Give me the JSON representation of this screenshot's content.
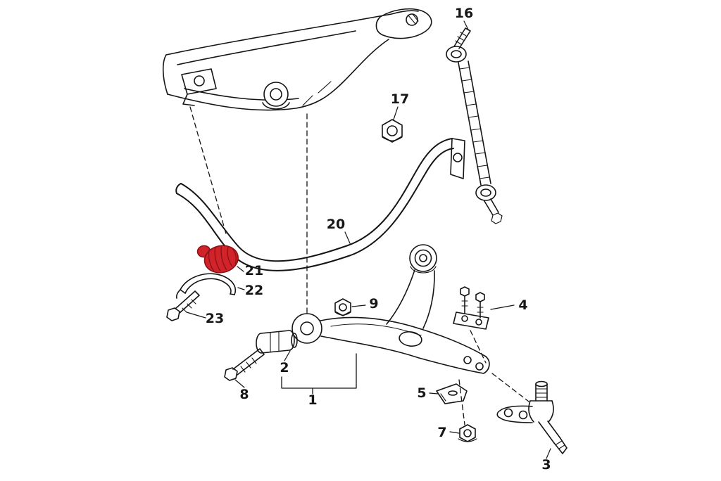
{
  "diagram": {
    "background": "#ffffff",
    "line_color": "#151515",
    "highlight_color": "#d1232a",
    "highlight_outline": "#8c1114",
    "highlighted_part": "21"
  },
  "labels": {
    "part1": "1",
    "part2": "2",
    "part3": "3",
    "part4": "4",
    "part5": "5",
    "part7": "7",
    "part8": "8",
    "part9": "9",
    "part16": "16",
    "part17": "17",
    "part20": "20",
    "part21": "21",
    "part22": "22",
    "part23": "23"
  }
}
